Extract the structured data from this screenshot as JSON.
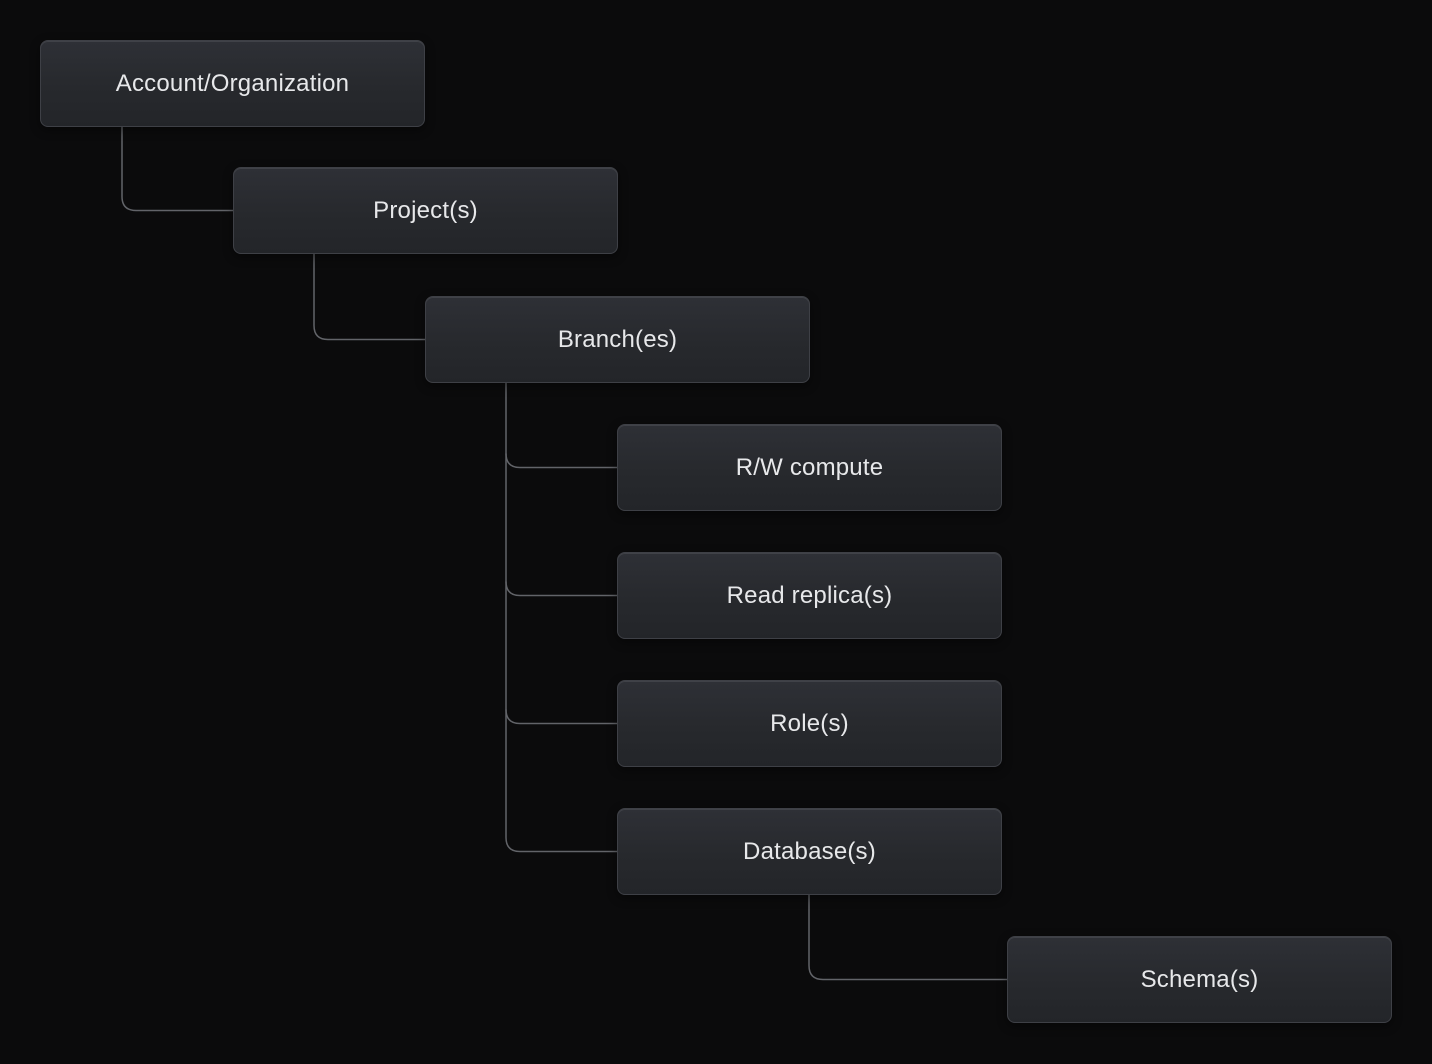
{
  "diagram": {
    "type": "tree",
    "description": "Resource hierarchy diagram: account, projects, branches, computes, replicas, roles, databases, schemas",
    "colors": {
      "background": "#0b0b0c",
      "node_fill_top": "#2e3036",
      "node_fill_bottom": "#232529",
      "node_border": "#3e4046",
      "node_text": "#e7e8ea",
      "connector_line": "#626469"
    },
    "nodes": [
      {
        "id": "account-organization",
        "label": "Account/Organization",
        "parent": null
      },
      {
        "id": "projects",
        "label": "Project(s)",
        "parent": "account-organization"
      },
      {
        "id": "branches",
        "label": "Branch(es)",
        "parent": "projects"
      },
      {
        "id": "rw-compute",
        "label": "R/W compute",
        "parent": "branches"
      },
      {
        "id": "read-replicas",
        "label": "Read replica(s)",
        "parent": "branches"
      },
      {
        "id": "roles",
        "label": "Role(s)",
        "parent": "branches"
      },
      {
        "id": "databases",
        "label": "Database(s)",
        "parent": "branches"
      },
      {
        "id": "schemas",
        "label": "Schema(s)",
        "parent": "databases"
      }
    ],
    "edges": [
      {
        "from": "account-organization",
        "to": "projects"
      },
      {
        "from": "projects",
        "to": "branches"
      },
      {
        "from": "branches",
        "to": "rw-compute"
      },
      {
        "from": "branches",
        "to": "read-replicas"
      },
      {
        "from": "branches",
        "to": "roles"
      },
      {
        "from": "branches",
        "to": "databases"
      },
      {
        "from": "databases",
        "to": "schemas"
      }
    ]
  }
}
